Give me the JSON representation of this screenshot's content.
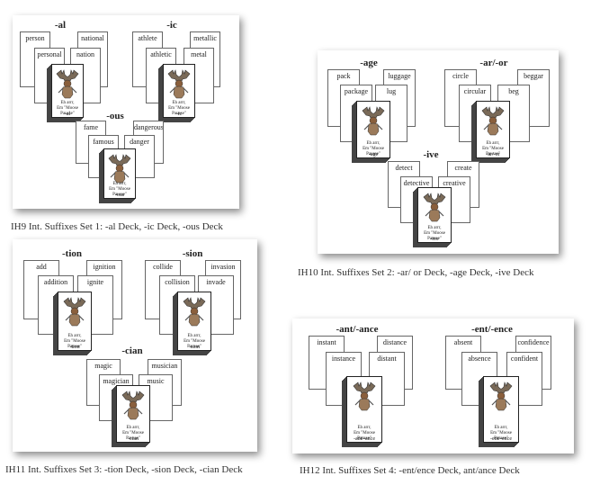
{
  "figures": [
    {
      "caption": "IH9  Int. Suffixes Set 1: -al Deck, -ic Deck, -ous Deck",
      "decks": [
        {
          "title": "-al",
          "cards": [
            "person",
            "national",
            "personal",
            "nation"
          ],
          "stack_label": "-al"
        },
        {
          "title": "-ic",
          "cards": [
            "athlete",
            "metallic",
            "athletic",
            "metal"
          ],
          "stack_label": "-ic"
        },
        {
          "title": "-ous",
          "cards": [
            "fame",
            "dangerous",
            "famous",
            "danger"
          ],
          "stack_label": "-ous"
        }
      ]
    },
    {
      "caption": "IH10 Int. Suffixes Set 2: -ar/ or Deck, -age Deck, -ive Deck",
      "decks": [
        {
          "title": "-age",
          "cards": [
            "pack",
            "luggage",
            "package",
            "lug"
          ],
          "stack_label": "-age"
        },
        {
          "title": "-ar/-or",
          "cards": [
            "circle",
            "beggar",
            "circular",
            "beg"
          ],
          "stack_label": "-ar/-or"
        },
        {
          "title": "-ive",
          "cards": [
            "detect",
            "create",
            "detective",
            "creative"
          ],
          "stack_label": "-ive"
        }
      ]
    },
    {
      "caption": "IH11  Int. Suffixes Set 3: -tion Deck, -sion Deck, -cian Deck",
      "decks": [
        {
          "title": "-tion",
          "cards": [
            "add",
            "ignition",
            "addition",
            "ignite"
          ],
          "stack_label": "-tion"
        },
        {
          "title": "-sion",
          "cards": [
            "collide",
            "invasion",
            "collision",
            "invade"
          ],
          "stack_label": "-sion"
        },
        {
          "title": "-cian",
          "cards": [
            "magic",
            "musician",
            "magician",
            "music"
          ],
          "stack_label": "-cian"
        }
      ]
    },
    {
      "caption": "IH12 Int. Suffixes Set 4: -ent/ence Deck, ant/ance Deck",
      "decks": [
        {
          "title": "-ant/-ance",
          "cards": [
            "instant",
            "distance",
            "instance",
            "distant"
          ],
          "stack_label": "-ant/-ance"
        },
        {
          "title": "-ent/-ence",
          "cards": [
            "absent",
            "confidence",
            "absence",
            "confident"
          ],
          "stack_label": "-ent/-ence"
        }
      ]
    }
  ],
  "stack_text": "Eh arrr,\nEm \"Moose Pausse\""
}
